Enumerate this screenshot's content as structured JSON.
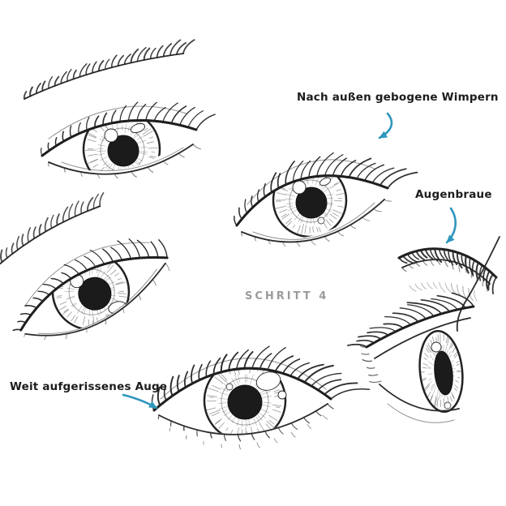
{
  "colors": {
    "accent": "#2e97bd",
    "ink": "#222222",
    "watermark": "#9b9b9b",
    "background": "#ffffff"
  },
  "labels": {
    "lashes": "Nach außen gebogene Wimpern",
    "eyebrow": "Augenbraue",
    "wide_eye": "Weit aufgerissenes Auge",
    "step": "SCHRITT 4"
  },
  "icons": {
    "lashes_arrow": "curved-arrow-down",
    "eyebrow_arrow": "curved-arrow-down",
    "wide_eye_arrow": "curved-arrow-right"
  }
}
